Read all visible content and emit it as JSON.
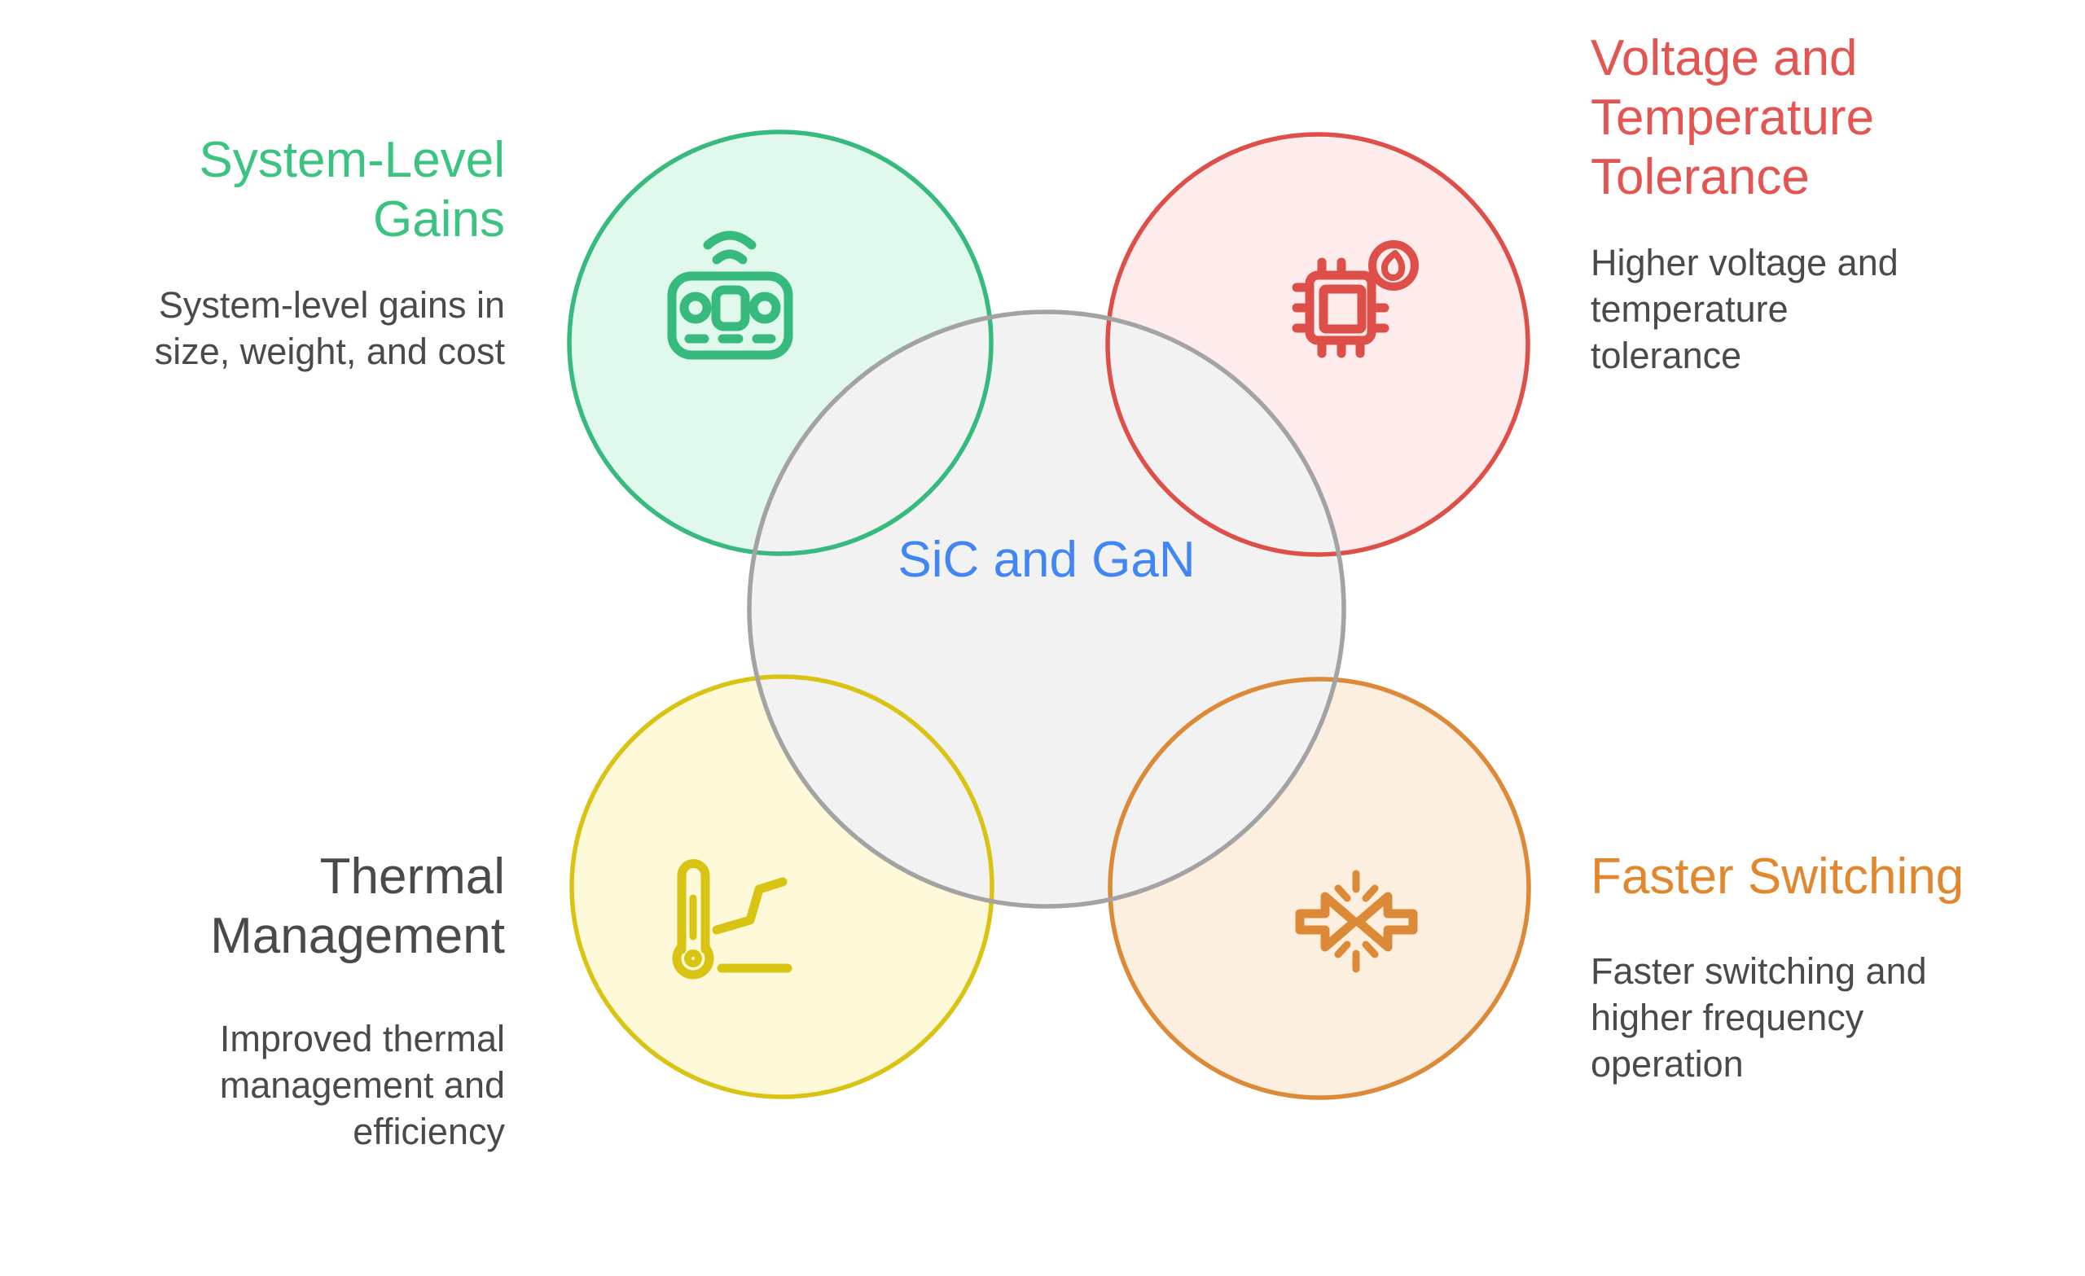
{
  "page": {
    "background": "#ffffff"
  },
  "diagram": {
    "center_circle": {
      "label": "SiC and GaN",
      "label_color": "#4285f4",
      "fill": "#f2f2f2",
      "stroke": "#a3a3a3"
    },
    "top_left_circle": {
      "icon": "thermostat-remote-icon",
      "stroke": "#36ba7d",
      "fill": "#e1f8ec"
    },
    "top_right_circle": {
      "icon": "chip-flame-icon",
      "stroke": "#df4f49",
      "fill": "#fdeceb"
    },
    "bottom_left_circle": {
      "icon": "thermometer-trend-icon",
      "stroke": "#d9c413",
      "fill": "#fdf9d9"
    },
    "bottom_right_circle": {
      "icon": "colliding-arrows-icon",
      "stroke": "#dc8a38",
      "fill": "#fcefe0"
    }
  },
  "panels": {
    "top_left": {
      "title_lines": [
        "System-Level",
        "Gains"
      ],
      "title_color": "#3bc480",
      "body_lines": [
        "System-level gains in",
        "size, weight, and cost"
      ]
    },
    "top_right": {
      "title_lines": [
        "Voltage and",
        "Temperature",
        "Tolerance"
      ],
      "title_color": "#e45451",
      "body_lines": [
        "Higher voltage and",
        "temperature",
        "tolerance"
      ]
    },
    "bottom_left": {
      "title_lines": [
        "Thermal",
        "Management"
      ],
      "title_color": "#4a4a4a",
      "body_lines": [
        "Improved thermal",
        "management and",
        "efficiency"
      ]
    },
    "bottom_right": {
      "title_lines": [
        "Faster Switching"
      ],
      "title_color": "#e1882f",
      "body_lines": [
        "Faster switching and",
        "higher frequency",
        "operation"
      ]
    }
  },
  "body_text_color": "#4a4a4a"
}
